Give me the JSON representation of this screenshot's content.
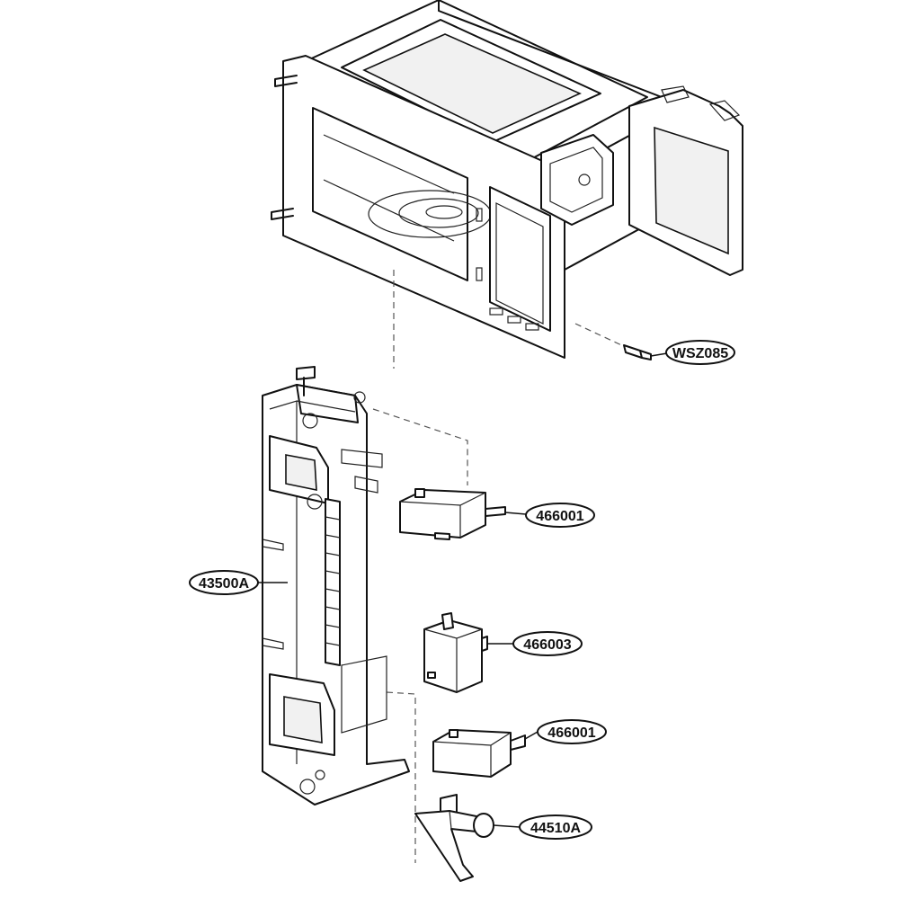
{
  "labels": {
    "screw": "WSZ085",
    "switch_top": "466001",
    "switch_middle": "466003",
    "switch_bottom": "466001",
    "latch_board": "43500A",
    "lever": "44510A"
  }
}
